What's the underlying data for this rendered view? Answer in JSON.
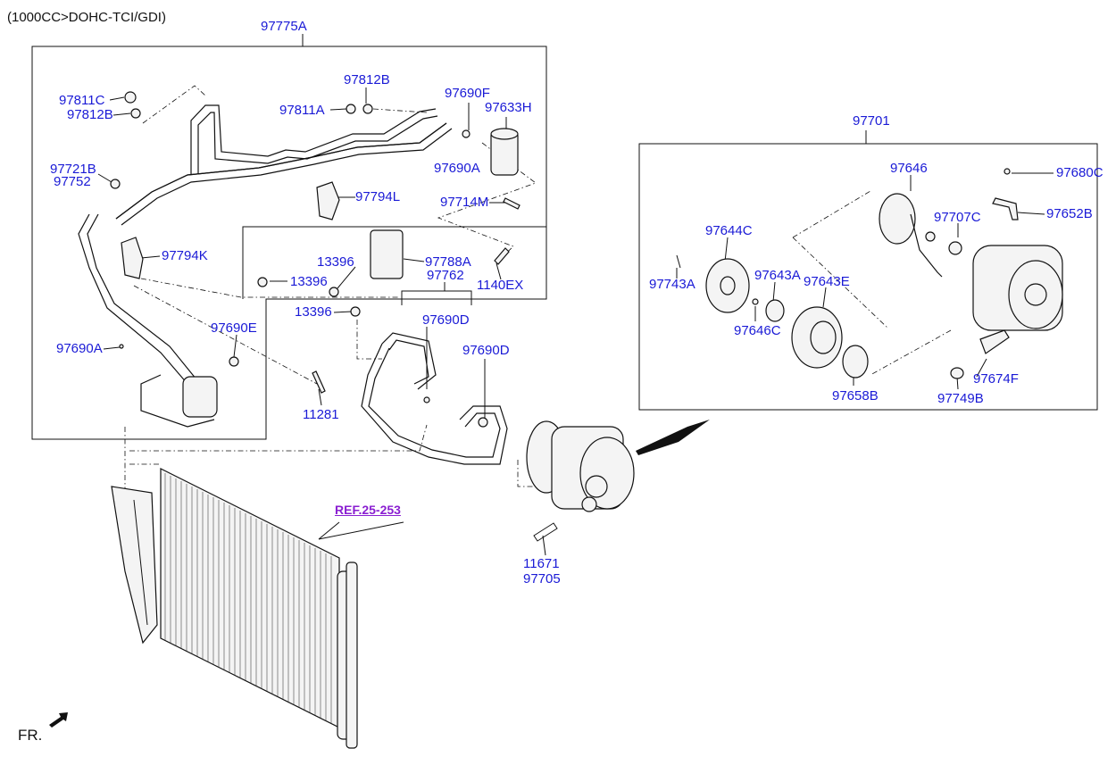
{
  "header": {
    "engine_note": "(1000CC>DOHC-TCI/GDI)",
    "front_mark": "FR."
  },
  "groups": {
    "left_box": "97775A",
    "right_box": "97701"
  },
  "reference_link": "REF.25-253",
  "left_labels": {
    "l_97811C": "97811C",
    "l_97812B_a": "97812B",
    "l_97812B_b": "97812B",
    "l_97811A": "97811A",
    "l_97690F": "97690F",
    "l_97633H": "97633H",
    "l_97721B": "97721B",
    "l_97752": "97752",
    "l_97690A_a": "97690A",
    "l_97794L": "97794L",
    "l_97714M": "97714M",
    "l_97794K": "97794K",
    "l_13396_a": "13396",
    "l_13396_b": "13396",
    "l_13396_c": "13396",
    "l_97788A": "97788A",
    "l_97762": "97762",
    "l_1140EX": "1140EX",
    "l_97690E": "97690E",
    "l_97690D_a": "97690D",
    "l_97690D_b": "97690D",
    "l_97690A_b": "97690A",
    "l_11281": "11281",
    "l_11671": "11671",
    "l_97705": "97705"
  },
  "right_labels": {
    "r_97646": "97646",
    "r_97680C": "97680C",
    "r_97707C": "97707C",
    "r_97652B": "97652B",
    "r_97644C": "97644C",
    "r_97743A": "97743A",
    "r_97643A": "97643A",
    "r_97643E": "97643E",
    "r_97646C": "97646C",
    "r_97674F": "97674F",
    "r_97658B": "97658B",
    "r_97749B": "97749B"
  }
}
